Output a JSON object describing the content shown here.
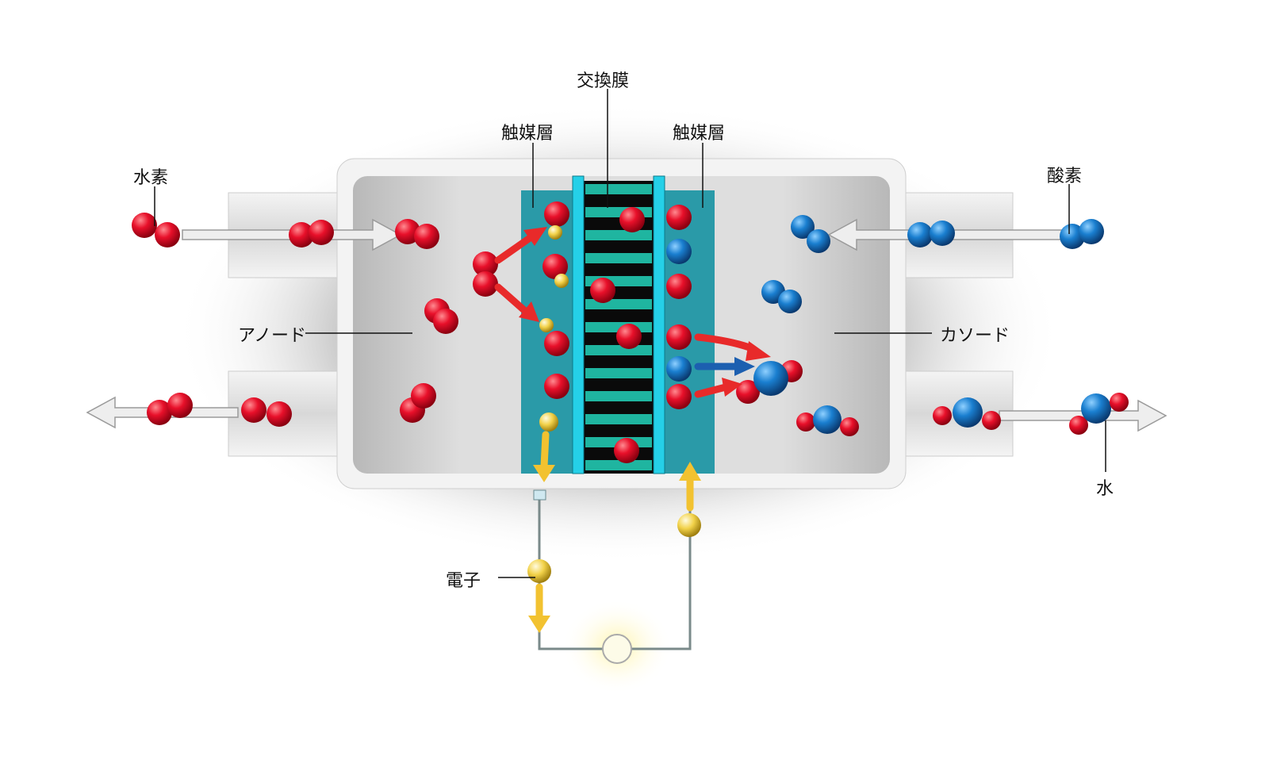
{
  "labels": {
    "membrane": "交換膜",
    "catalyst_left": "触媒層",
    "catalyst_right": "触媒層",
    "hydrogen": "水素",
    "oxygen": "酸素",
    "anode": "アノード",
    "cathode": "カソード",
    "water": "水",
    "electron": "電子"
  },
  "colors": {
    "hydrogen": "#e8102a",
    "oxygen": "#1a7fd0",
    "electron": "#f2d24a",
    "membrane": "#1fb5a0",
    "catalyst": "#2a9aa8",
    "arrow_red": "#e82a2a",
    "arrow_blue": "#1c5fb0",
    "arrow_yellow": "#f2c230"
  }
}
